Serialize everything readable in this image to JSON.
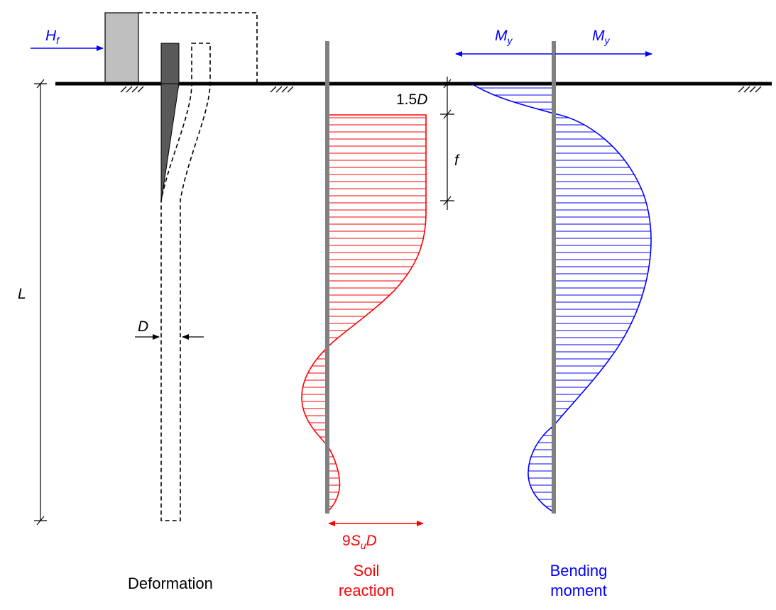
{
  "labels": {
    "force": {
      "main": "H",
      "sub": "f"
    },
    "moment_left": {
      "main": "M",
      "sub": "y"
    },
    "moment_right": {
      "main": "M",
      "sub": "y"
    },
    "length": "L",
    "diameter": "D",
    "depth_offset": {
      "num": "1.5",
      "var": "D"
    },
    "f_zone": "f",
    "soil_reaction_value": {
      "pre": "9",
      "s": "S",
      "sub": "u",
      "post": "D"
    }
  },
  "captions": {
    "deformation": "Deformation",
    "soil_reaction_line1": "Soil",
    "soil_reaction_line2": "reaction",
    "bending_moment_line1": "Bending",
    "bending_moment_line2": "moment"
  },
  "colors": {
    "soil_reaction": "#ff0000",
    "bending_moment": "#0000ff",
    "pile": "#808080",
    "ground": "#000000",
    "pile_cap": "#bfbfbf",
    "deformed_pile": "#595959"
  }
}
